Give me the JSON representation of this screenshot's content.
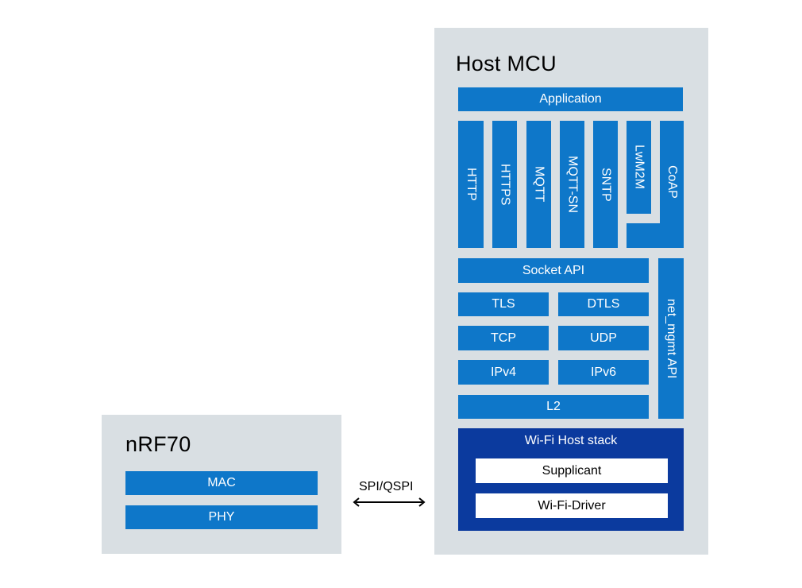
{
  "nrf70": {
    "title": "nRF70",
    "mac": "MAC",
    "phy": "PHY"
  },
  "link": {
    "label": "SPI/QSPI"
  },
  "host": {
    "title": "Host MCU",
    "application": "Application",
    "protocols": [
      "HTTP",
      "HTTPS",
      "MQTT",
      "MQTT-SN",
      "SNTP",
      "LwM2M",
      "CoAP"
    ],
    "socket_api": "Socket API",
    "tls": "TLS",
    "dtls": "DTLS",
    "tcp": "TCP",
    "udp": "UDP",
    "ipv4": "IPv4",
    "ipv6": "IPv6",
    "l2": "L2",
    "net_mgmt_api": "net_mgmt API",
    "wifi_stack": {
      "title": "Wi-Fi Host stack",
      "supplicant": "Supplicant",
      "driver": "Wi-Fi-Driver"
    }
  },
  "colors": {
    "panel": "#d9dfe3",
    "block": "#0e77c9",
    "wifi_stack": "#0b3a9e"
  }
}
